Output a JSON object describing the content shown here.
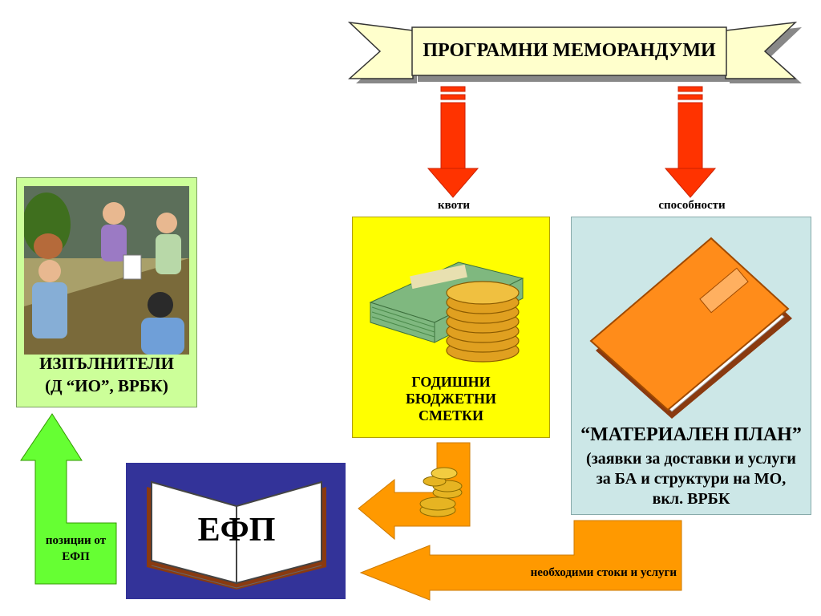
{
  "banner": {
    "title": "ПРОГРАМНИ МЕМОРАНДУМИ"
  },
  "arrows": {
    "quotas_label": "квоти",
    "capabilities_label": "способности",
    "positions_label": "позиции от ЕФП",
    "goods_label": "необходими стоки и услуги"
  },
  "executors": {
    "title": "ИЗПЪЛНИТЕЛИ",
    "subtitle": "(Д “ИО”, ВРБК)"
  },
  "budget": {
    "line1": "ГОДИШНИ",
    "line2": "БЮДЖЕТНИ",
    "line3": "СМЕТКИ"
  },
  "material_plan": {
    "title": "“МАТЕРИАЛЕН ПЛАН”",
    "line1": "(заявки за доставки и услуги",
    "line2": "за БА и структури на МО,",
    "line3": "вкл. ВРБК"
  },
  "efp": {
    "label": "ЕФП"
  },
  "colors": {
    "banner_fill": "#ffffcc",
    "red_arrow": "#ff3300",
    "orange_arrow": "#ff9900",
    "green_arrow": "#66ff33",
    "executors_bg": "#ccff99",
    "budget_bg": "#ffff00",
    "plan_bg": "#cce7e7",
    "efp_bg": "#333399"
  }
}
